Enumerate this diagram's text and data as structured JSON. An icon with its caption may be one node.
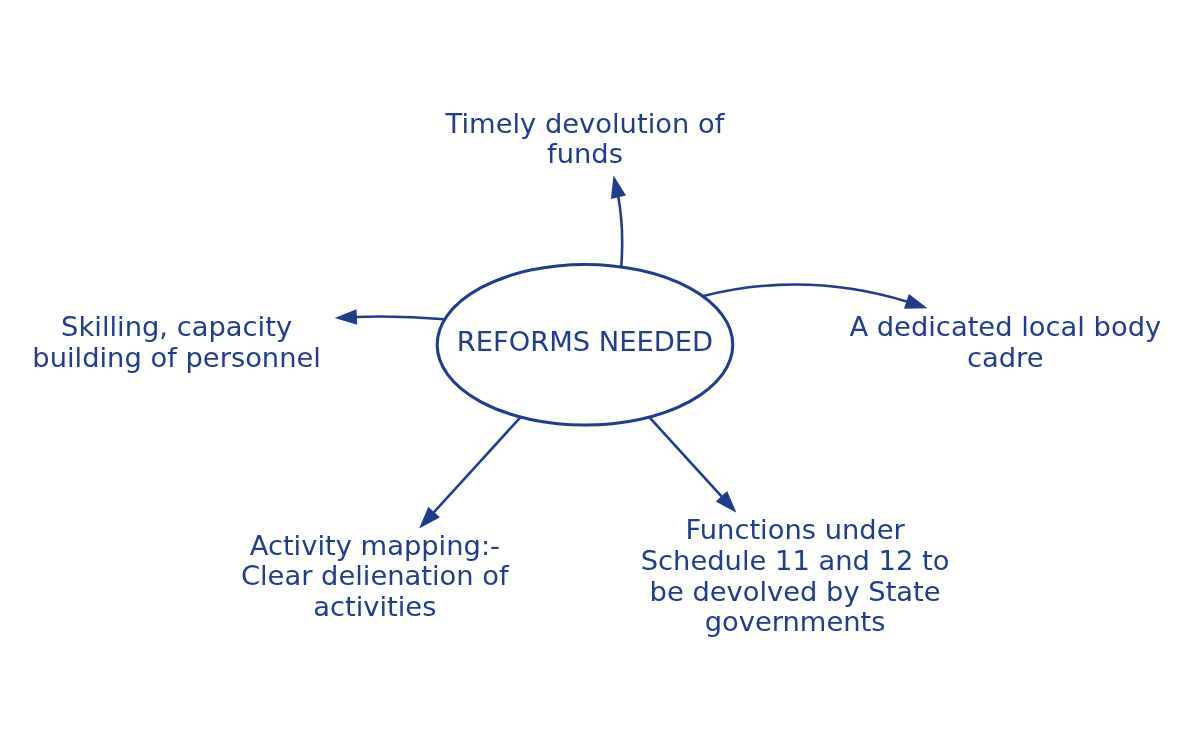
{
  "diagram": {
    "nodes": [
      {
        "text": [
          "REFORMS NEEDED"
        ]
      },
      {
        "text": [
          "Timely devolution of funds"
        ]
      },
      {
        "text": [
          "A dedicated local body cadre"
        ]
      },
      {
        "text": [
          "Skilling, capacity building of personnel"
        ]
      },
      {
        "text": [
          "Activity mapping:-",
          "Clear delienation of activities"
        ]
      },
      {
        "text": [
          "Functions under Schedule 11 and 12 to be devolved by State governments"
        ]
      }
    ],
    "edges": [
      {
        "from": 0,
        "to": 1,
        "arrow": "to"
      },
      {
        "from": 0,
        "to": 2,
        "arrow": "to"
      },
      {
        "from": 0,
        "to": 3,
        "arrow": "to"
      },
      {
        "from": 0,
        "to": 4,
        "arrow": "to"
      },
      {
        "from": 0,
        "to": 5,
        "arrow": "to"
      }
    ]
  }
}
